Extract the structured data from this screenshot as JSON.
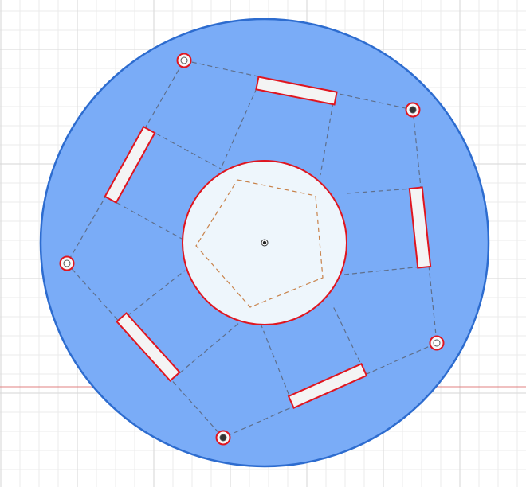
{
  "canvas": {
    "background": "#ffffff",
    "grid_minor_color": "#ebebeb",
    "grid_major_color": "#d6d6d6",
    "axis_color": "#e08080"
  },
  "plate": {
    "shape": "circle",
    "fill_color": "#7aacf7",
    "edge_color": "#2d6ccf"
  },
  "center_hole": {
    "shape": "circle",
    "fill_color": "#eef6fc",
    "edge_color": "#e0151f",
    "center_point_icon": "center-point-icon"
  },
  "inner_pentagon": {
    "line_color": "#c8824a",
    "style": "dashed"
  },
  "outer_pentagon": {
    "line_color": "#5a6478",
    "style": "dashed"
  },
  "bolt_holes": {
    "count": 5,
    "ring_color": "#e0151f",
    "items": [
      {
        "name": "bolt-hole-top-left"
      },
      {
        "name": "bolt-hole-top-right"
      },
      {
        "name": "bolt-hole-right"
      },
      {
        "name": "bolt-hole-bottom"
      },
      {
        "name": "bolt-hole-left"
      }
    ]
  },
  "slots": {
    "count": 5,
    "fill_color": "#f4f4f4",
    "edge_color": "#e0151f",
    "items": [
      {
        "name": "slot-top"
      },
      {
        "name": "slot-right"
      },
      {
        "name": "slot-bottom-right"
      },
      {
        "name": "slot-bottom-left"
      },
      {
        "name": "slot-left"
      }
    ]
  }
}
